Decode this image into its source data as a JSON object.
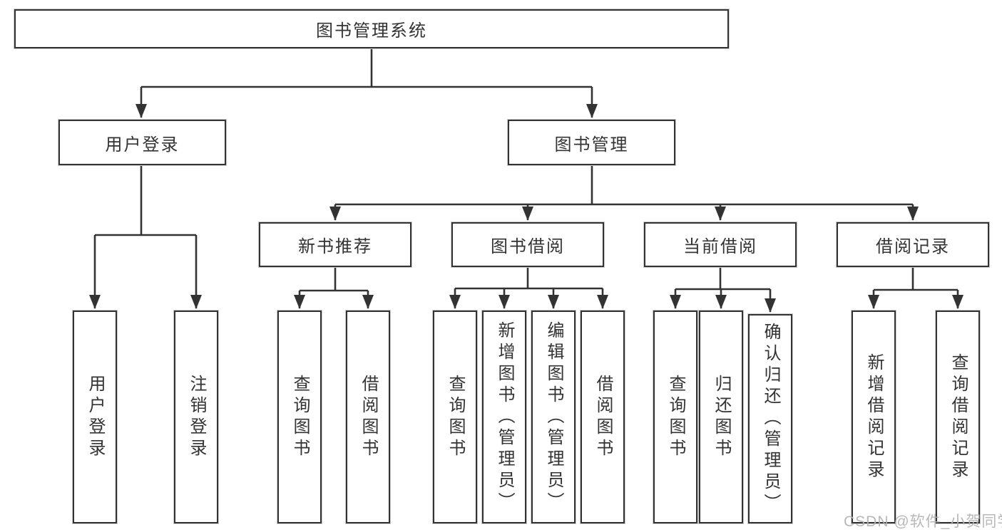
{
  "diagram": {
    "title_note": "functional structure tree",
    "root": {
      "label": "图书管理系统"
    },
    "level2": [
      {
        "label": "用户登录"
      },
      {
        "label": "图书管理"
      }
    ],
    "level3": [
      {
        "label": "新书推荐"
      },
      {
        "label": "图书借阅"
      },
      {
        "label": "当前借阅"
      },
      {
        "label": "借阅记录"
      }
    ],
    "leaves": {
      "user_login": [
        "用户登录",
        "注销登录"
      ],
      "new_book": [
        "查询图书",
        "借阅图书"
      ],
      "book_borrow": [
        "查询图书",
        "新增图书（管理员）",
        "编辑图书（管理员）",
        "借阅图书"
      ],
      "current_borrow": [
        "查询图书",
        "归还图书",
        "确认归还（管理员）"
      ],
      "borrow_record": [
        "新增借阅记录",
        "查询借阅记录"
      ]
    },
    "line_color": "#333333"
  },
  "watermark": {
    "text": "CSDN @软件_小贺同学"
  }
}
